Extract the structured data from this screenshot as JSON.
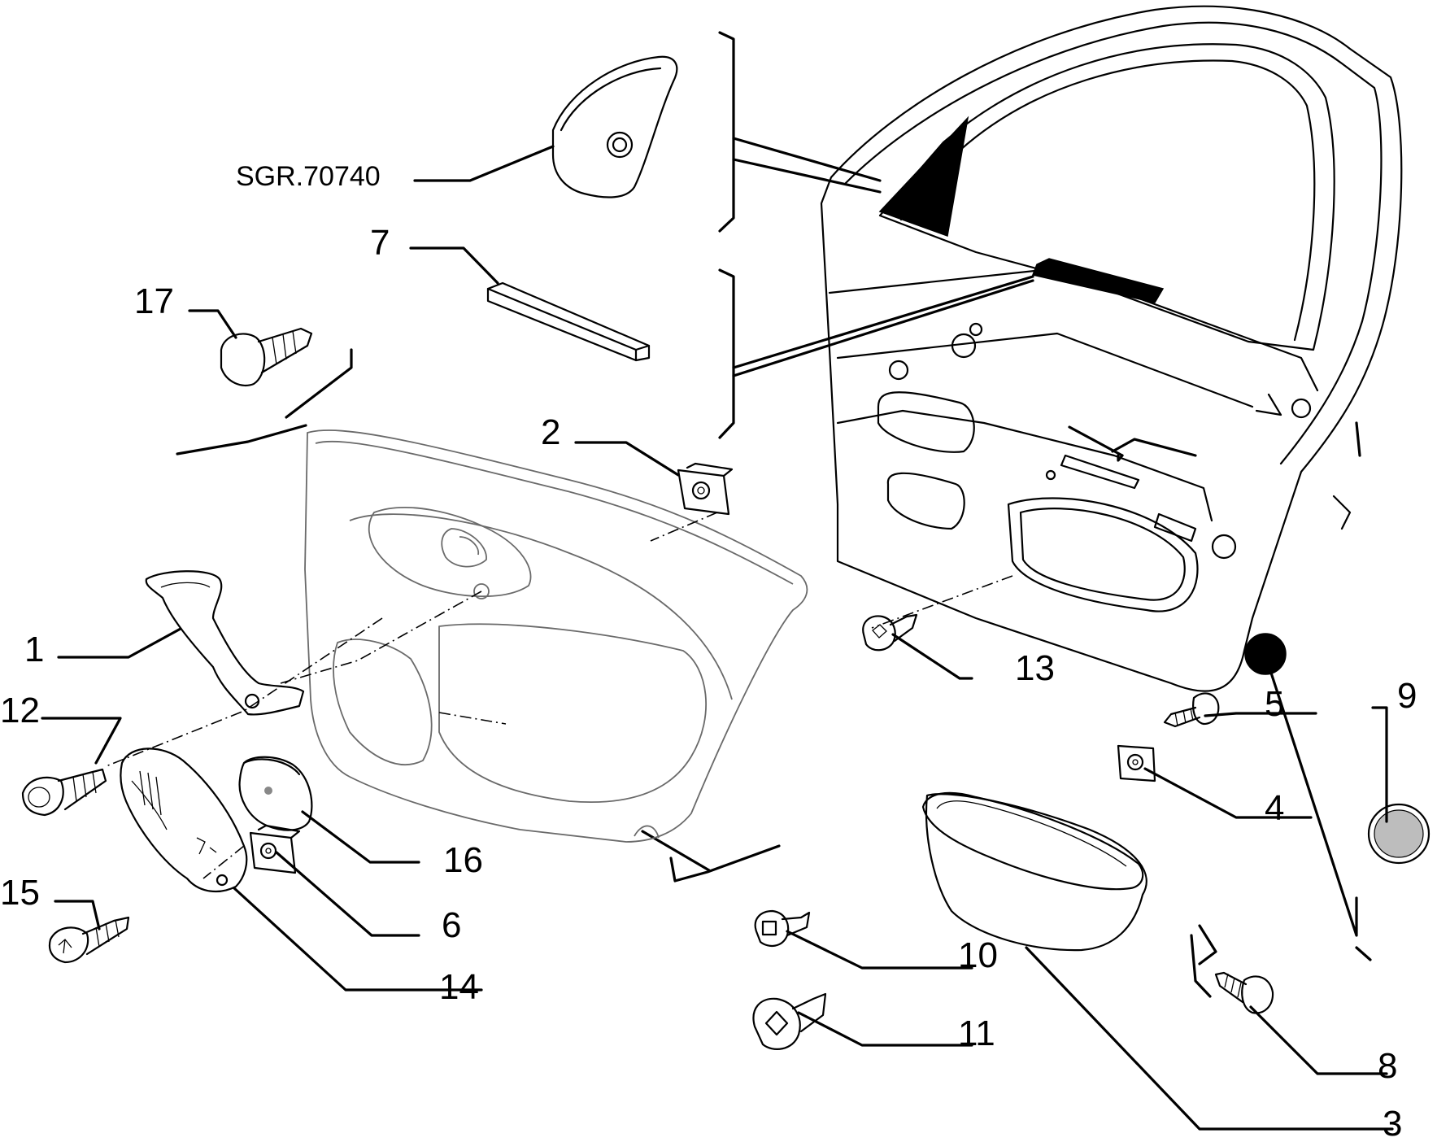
{
  "diagram": {
    "labels": {
      "code": "SGR.70740",
      "p1": "1",
      "p2": "2",
      "p3": "3",
      "p4": "4",
      "p5": "5",
      "p6": "6",
      "p7": "7",
      "p8": "8",
      "p9": "9",
      "p10": "10",
      "p11": "11",
      "p12": "12",
      "p13": "13",
      "p14": "14",
      "p15": "15",
      "p16": "16",
      "p17": "17"
    }
  }
}
